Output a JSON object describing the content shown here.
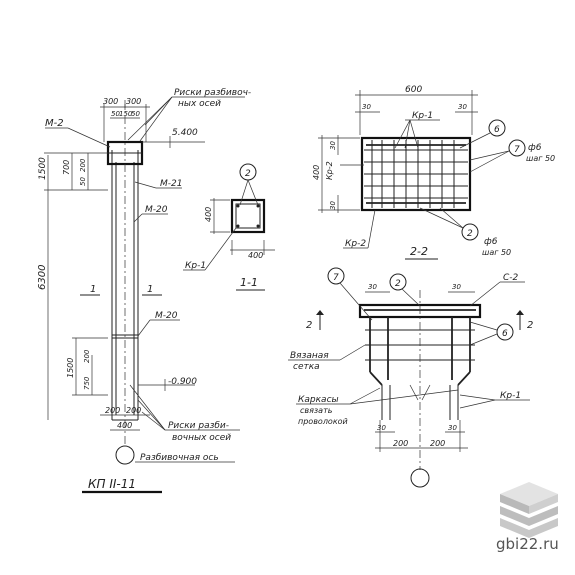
{
  "labels": {
    "d_300a": "300",
    "d_300b": "300",
    "d_50a": "50",
    "d_150": "150",
    "d_50b": "50",
    "marker_m2": "М-2",
    "marker_m21": "М-21",
    "marker_m20a": "М-20",
    "marker_m20b": "М-20",
    "note_marking_top_l1": "Риски разбивоч-",
    "note_marking_top_l2": "ных осей",
    "elev_top": "5.400",
    "elev_bottom": "-0.900",
    "dim_1500": "1500",
    "dim_700": "700",
    "dim_200a": "200",
    "dim_50c": "50",
    "dim_6300": "6300",
    "dim_1500b": "1500",
    "dim_750": "750",
    "dim_200b": "200",
    "d_200a": "200",
    "d_200b": "200",
    "d_400a": "400",
    "section_mark_left": "1",
    "section_mark_right": "1",
    "note_marking_bottom_l1": "Риски разби-",
    "note_marking_bottom_l2": "вочных осей",
    "note_axis": "Разбивочная ось",
    "column_title": "КП II-11",
    "sec11_dim_400v": "400",
    "sec11_dim_400h": "400",
    "sec11_kr1": "Кр-1",
    "sec11_title": "1-1",
    "sec11_callout": "2",
    "sec22_dim_600": "600",
    "sec22_dim_30a": "30",
    "sec22_dim_30b": "30",
    "sec22_kr1": "Кр-1",
    "sec22_kr2a": "Кр-2",
    "sec22_kr2b": "Кр-2",
    "sec22_dim_400": "400",
    "sec22_dim_30c": "30",
    "sec22_dim_30d": "30",
    "sec22_callout6": "6",
    "sec22_callout7": "7",
    "sec22_phi6a": "ф6",
    "sec22_step50a": "шаг 50",
    "sec22_callout2": "2",
    "sec22_phi6b": "ф6",
    "sec22_step50b": "шаг 50",
    "sec22_title": "2-2",
    "elev_callout7": "7",
    "elev_callout2": "2",
    "elev_d30a": "30",
    "elev_d30b": "30",
    "elev_cr2": "С-2",
    "elev_callout6": "6",
    "elev_sec2l": "2",
    "elev_sec2r": "2",
    "elev_mesh_l1": "Вязаная",
    "elev_mesh_l2": "сетка",
    "elev_frames_l1": "Каркасы",
    "elev_frames_l2": "связать",
    "elev_frames_l3": "проволокой",
    "elev_kr1": "Кр-1",
    "elev_d30c": "30",
    "elev_d30d": "30",
    "elev_d200a": "200",
    "elev_d200b": "200"
  },
  "watermark": {
    "text": "gbi22.ru"
  }
}
